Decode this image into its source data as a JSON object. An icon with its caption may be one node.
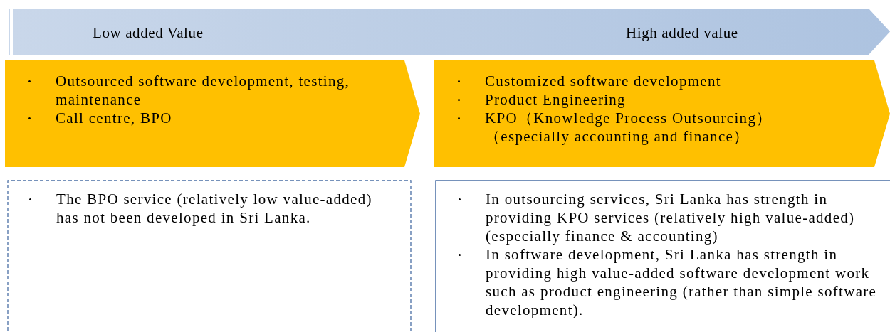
{
  "diagram": {
    "nodes": [
      {
        "text": [
          "Low added Value",
          "High added value"
        ]
      },
      {
        "text": [
          "Outsourced software development, testing, maintenance",
          "Call centre, BPO"
        ]
      },
      {
        "text": [
          "Customized software development",
          "Product Engineering",
          "KPO（Knowledge Process Outsourcing）（especially accounting and finance）"
        ]
      },
      {
        "text": [
          "The BPO service (relatively low value-added) has not been developed in Sri Lanka."
        ]
      },
      {
        "text": [
          "In outsourcing services, Sri Lanka has strength in providing KPO services (relatively high value-added) (especially finance & accounting)",
          "In software development, Sri Lanka has strength in providing high value-added software development work such as product engineering (rather than simple software development)."
        ]
      }
    ]
  }
}
